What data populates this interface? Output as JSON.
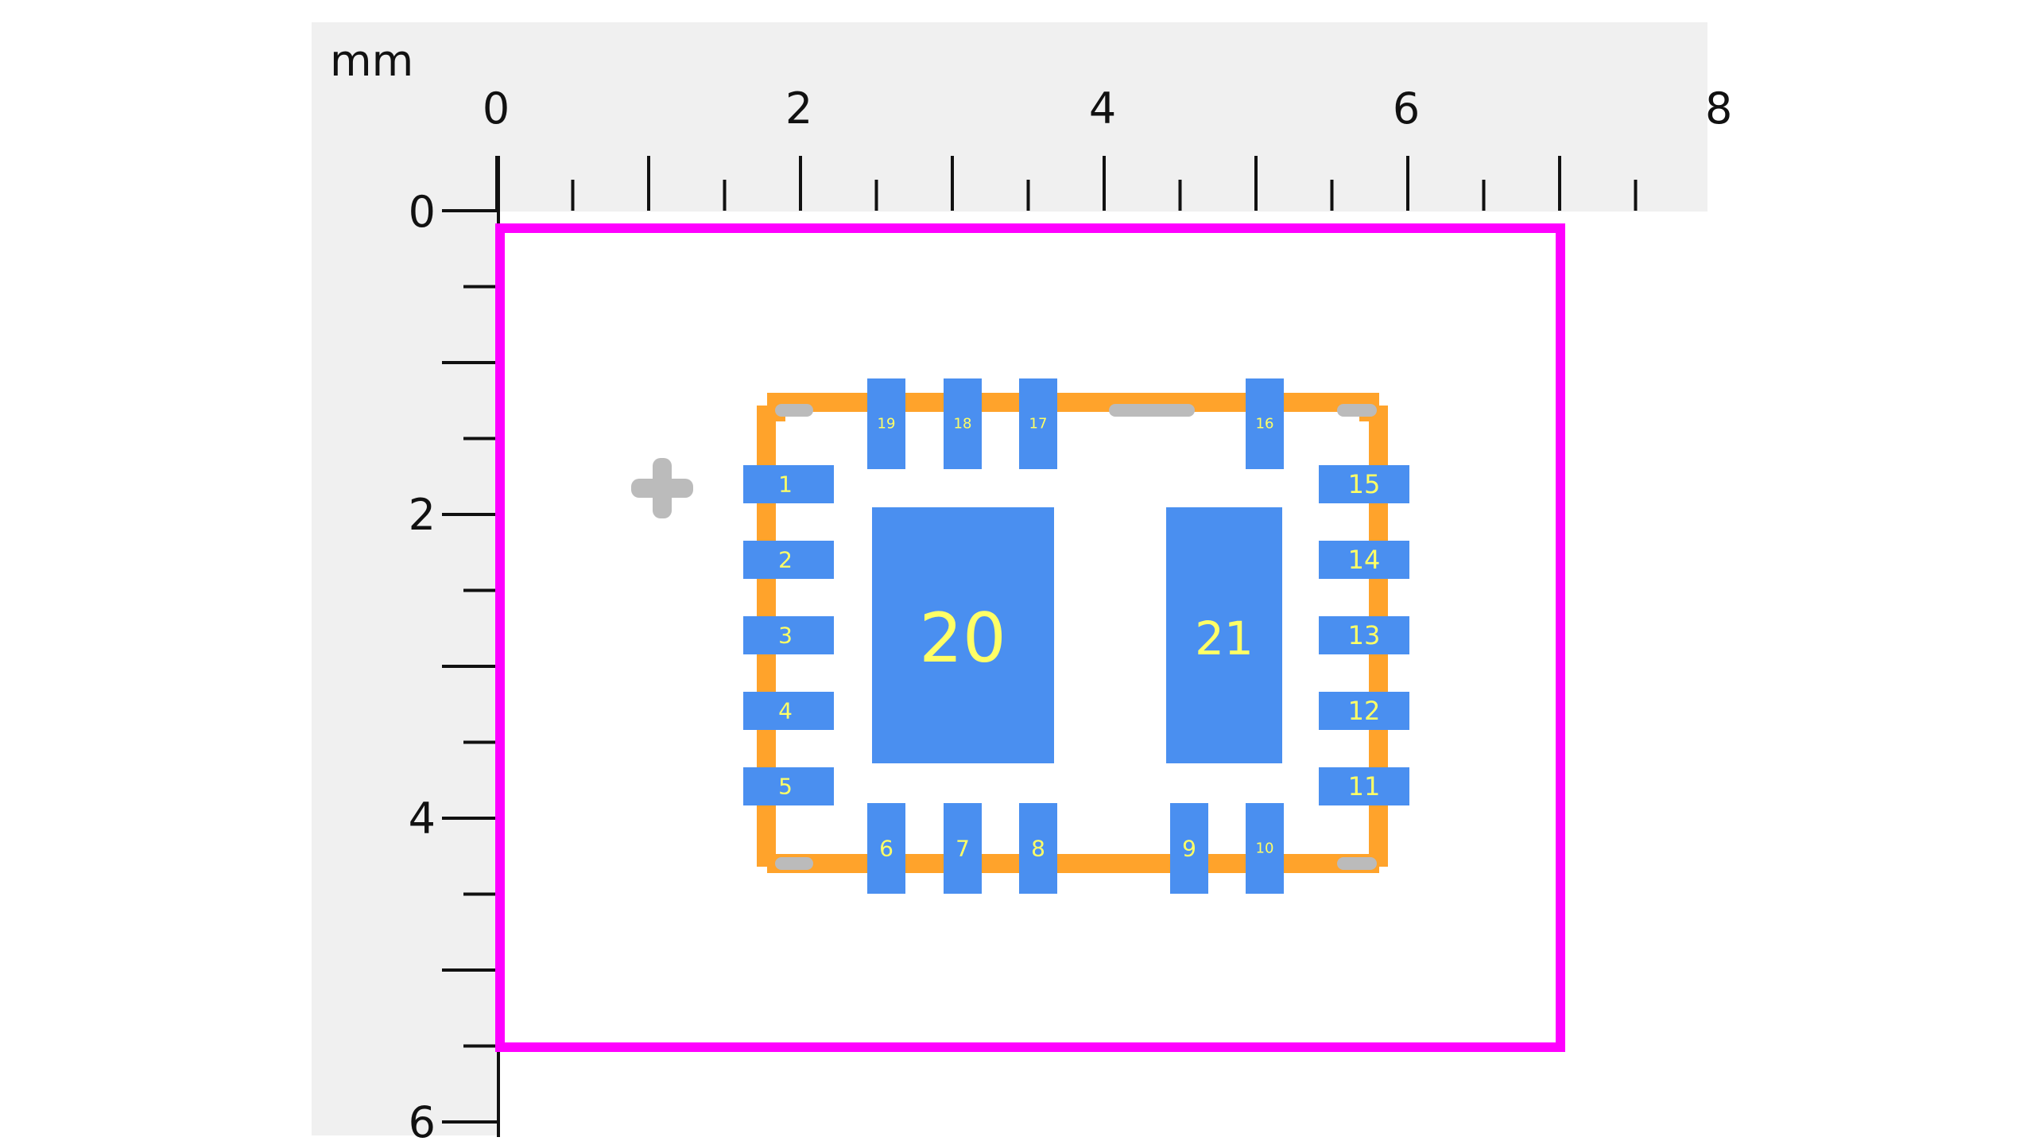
{
  "ruler": {
    "unit": "mm",
    "x_labels": [
      "0",
      "2",
      "4",
      "6",
      "8"
    ],
    "y_labels": [
      "0",
      "2",
      "4",
      "6"
    ]
  },
  "footprint": {
    "pads": [
      {
        "label": "1"
      },
      {
        "label": "2"
      },
      {
        "label": "3"
      },
      {
        "label": "4"
      },
      {
        "label": "5"
      },
      {
        "label": "6"
      },
      {
        "label": "7"
      },
      {
        "label": "8"
      },
      {
        "label": "9"
      },
      {
        "label": "10"
      },
      {
        "label": "11"
      },
      {
        "label": "12"
      },
      {
        "label": "13"
      },
      {
        "label": "14"
      },
      {
        "label": "15"
      },
      {
        "label": "16"
      },
      {
        "label": "17"
      },
      {
        "label": "18"
      },
      {
        "label": "19"
      },
      {
        "label": "20"
      },
      {
        "label": "21"
      }
    ]
  },
  "colors": {
    "ruler_background": "#f0f0f0",
    "ruler_ticks": "#111111",
    "board_outline": "#ff00ff",
    "silkscreen": "#ffa32b",
    "pad": "#4a8ff0",
    "pad_label": "#ffff66",
    "marker": "#bbbbbb"
  }
}
